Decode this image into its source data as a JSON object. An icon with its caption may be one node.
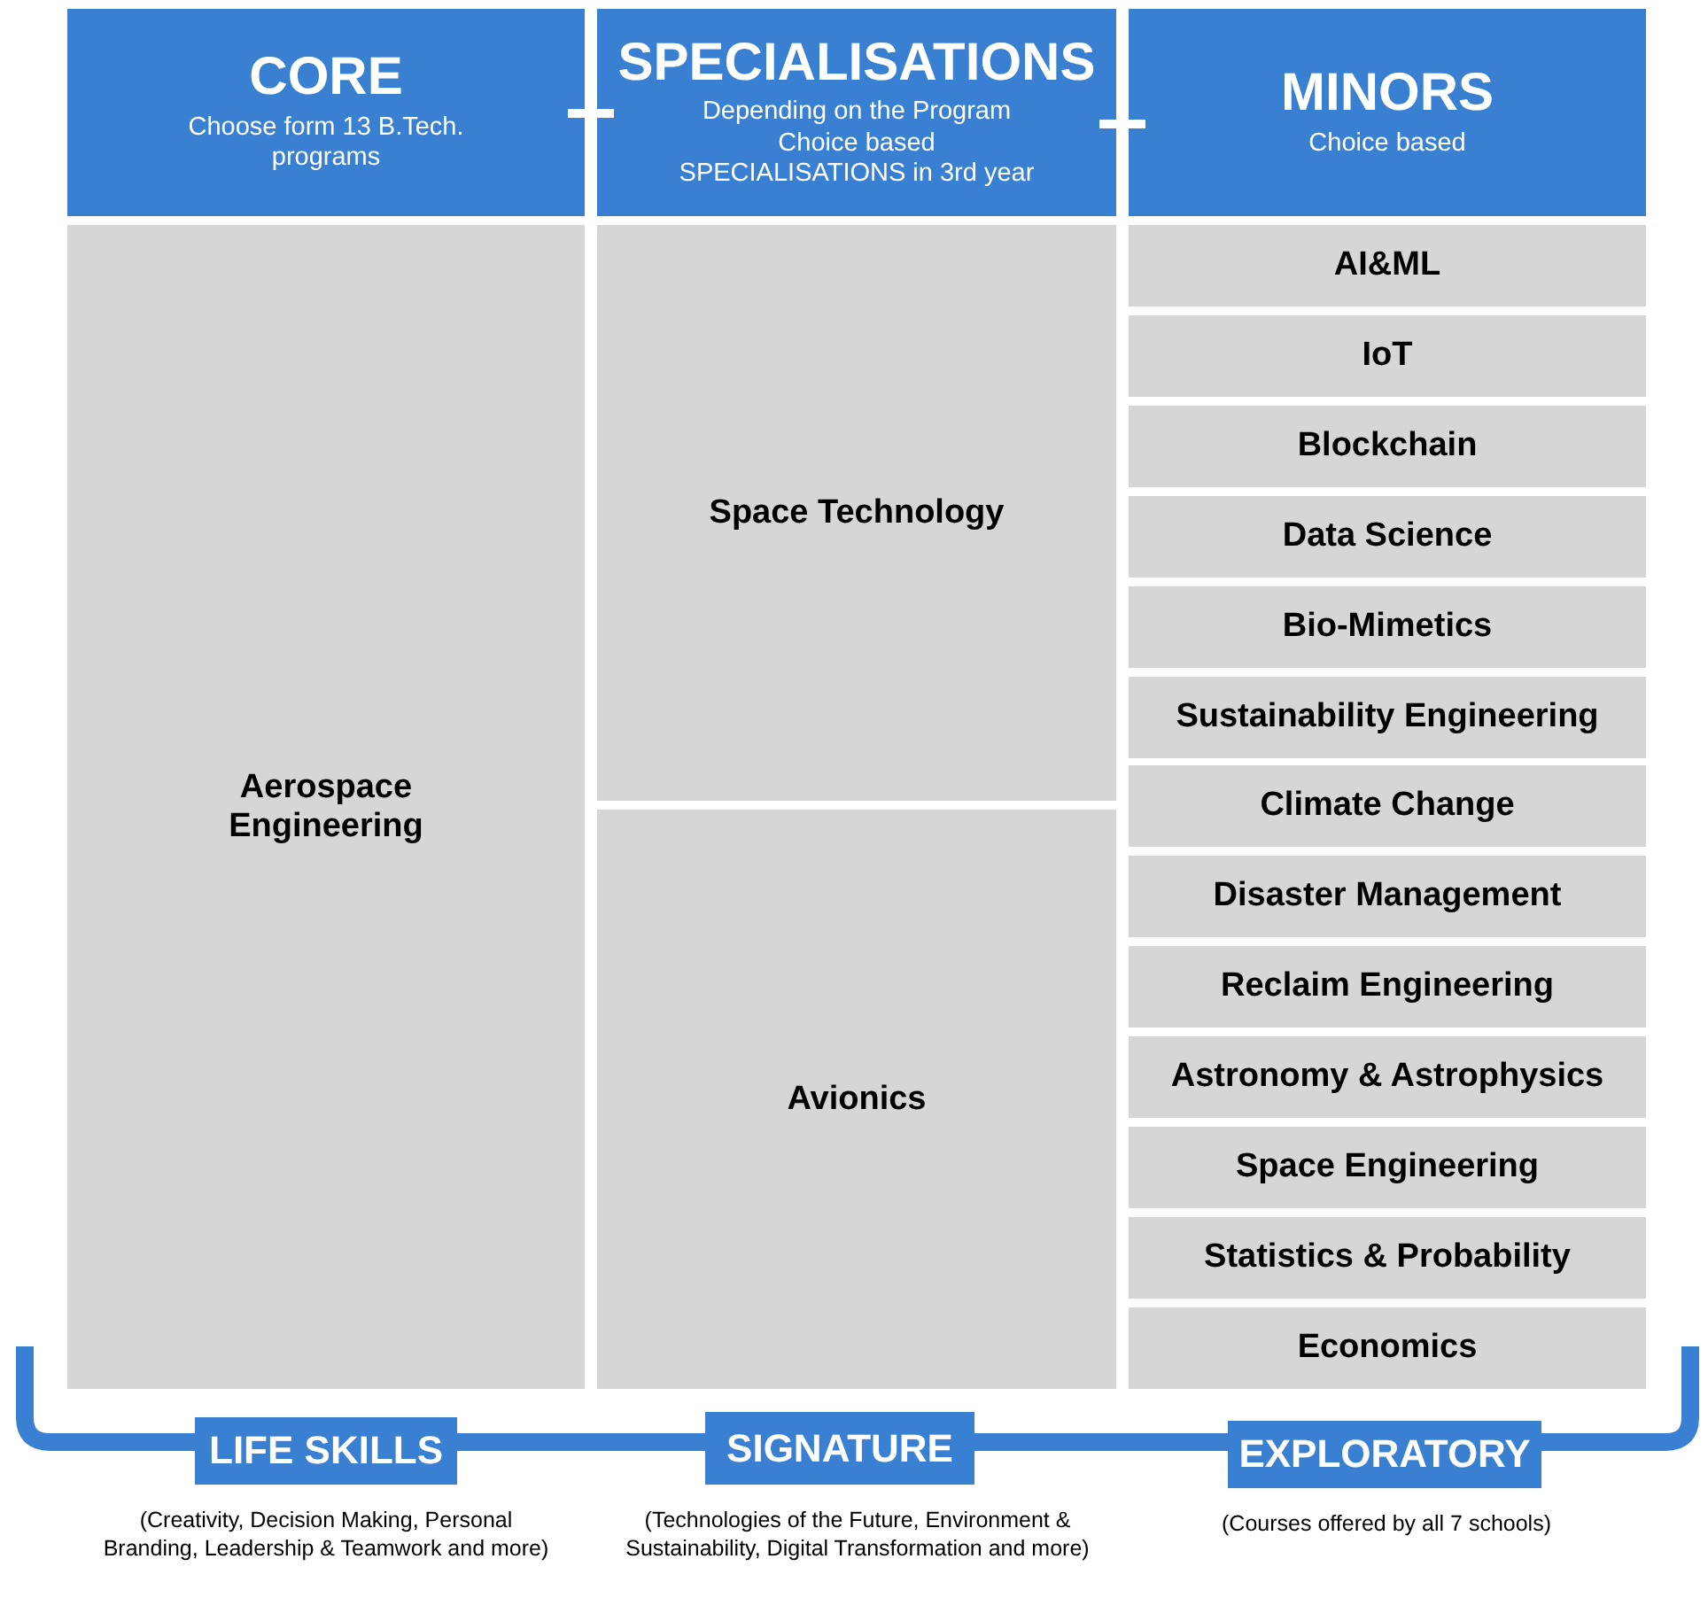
{
  "diagram": {
    "nodes": [
      {
        "text": [
          "CORE",
          "Choose form 13 B.Tech. programs"
        ]
      },
      {
        "text": [
          "SPECIALISATIONS",
          "Depending on the Program Choice based SPECIALISATIONS in 3rd year"
        ]
      },
      {
        "text": [
          "MINORS",
          "Choice based"
        ]
      },
      {
        "text": [
          "Aerospace Engineering"
        ]
      },
      {
        "text": [
          "Space Technology"
        ]
      },
      {
        "text": [
          "Avionics"
        ]
      },
      {
        "text": [
          "AI&ML"
        ]
      },
      {
        "text": [
          "IoT"
        ]
      },
      {
        "text": [
          "Blockchain"
        ]
      },
      {
        "text": [
          "Data Science"
        ]
      },
      {
        "text": [
          "Bio-Mimetics"
        ]
      },
      {
        "text": [
          "Sustainability Engineering"
        ]
      },
      {
        "text": [
          "Climate Change"
        ]
      },
      {
        "text": [
          "Disaster Management"
        ]
      },
      {
        "text": [
          "Reclaim Engineering"
        ]
      },
      {
        "text": [
          "Astronomy & Astrophysics"
        ]
      },
      {
        "text": [
          "Space Engineering"
        ]
      },
      {
        "text": [
          "Statistics & Probability"
        ]
      },
      {
        "text": [
          "Economics"
        ]
      },
      {
        "text": [
          "LIFE SKILLS"
        ],
        "beside": [
          "(Creativity, Decision Making, Personal Branding, Leadership & Teamwork and more)"
        ]
      },
      {
        "text": [
          "SIGNATURE"
        ],
        "beside": [
          "(Technologies of the Future, Environment & Sustainability, Digital Transformation and more)"
        ]
      },
      {
        "text": [
          "EXPLORATORY"
        ],
        "beside": [
          "(Courses offered by all 7 schools)"
        ]
      }
    ],
    "edges": []
  }
}
